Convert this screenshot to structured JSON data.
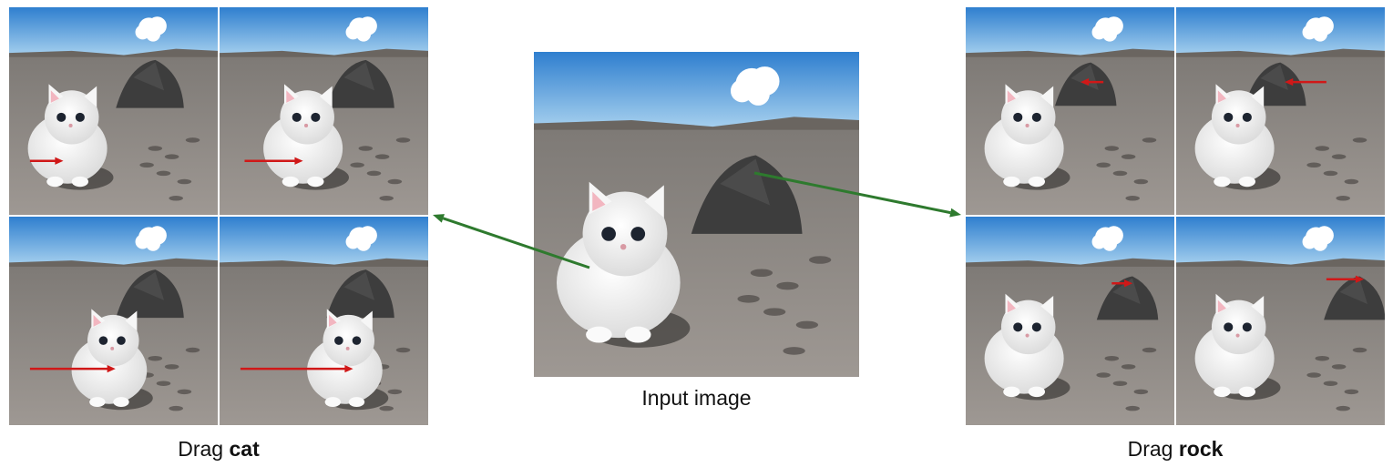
{
  "figure": {
    "input_caption": "Input image",
    "left_caption_prefix": "Drag",
    "left_caption_bold": "cat",
    "right_caption_prefix": "Drag",
    "right_caption_bold": "rock"
  },
  "colors": {
    "guide_arrow": "#2e7a2e",
    "drag_arrow": "#d01818",
    "sky_top": "#2f7fcf",
    "sky_bottom": "#a9d2ef",
    "sand": "#8e8a86",
    "rock": "#3d3d3d",
    "cat": "#f7f7f7"
  },
  "panels": {
    "left_group_subject": "cat",
    "right_group_subject": "rock",
    "tiles_per_group": 4
  }
}
